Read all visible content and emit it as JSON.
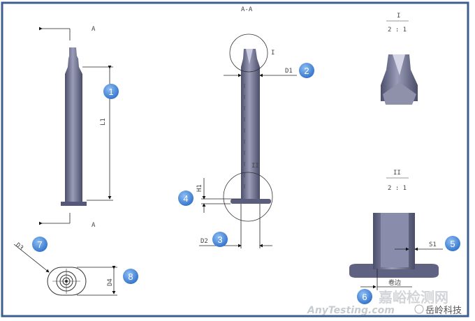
{
  "section_title": "A-A",
  "section_marker_top": "A",
  "section_marker_bottom": "A",
  "dimensions": {
    "L1": "L1",
    "D1": "D1",
    "D2": "D2",
    "D3": "D3",
    "D4": "D4",
    "H1": "H1",
    "S1": "S1",
    "curl": "卷边"
  },
  "detail_views": [
    {
      "label": "I",
      "scale": "2 : 1"
    },
    {
      "label": "II",
      "scale": "2 : 1"
    }
  ],
  "badges": [
    "1",
    "2",
    "3",
    "4",
    "5",
    "6",
    "7",
    "8"
  ],
  "watermark": {
    "site": "嘉峪检测网",
    "domain": "AnyTesting.com",
    "brand": "岳岭科技"
  },
  "colors": {
    "frame": "#3d5f8f",
    "badge": "#3b7fd6",
    "part": "#6a6d8c"
  }
}
